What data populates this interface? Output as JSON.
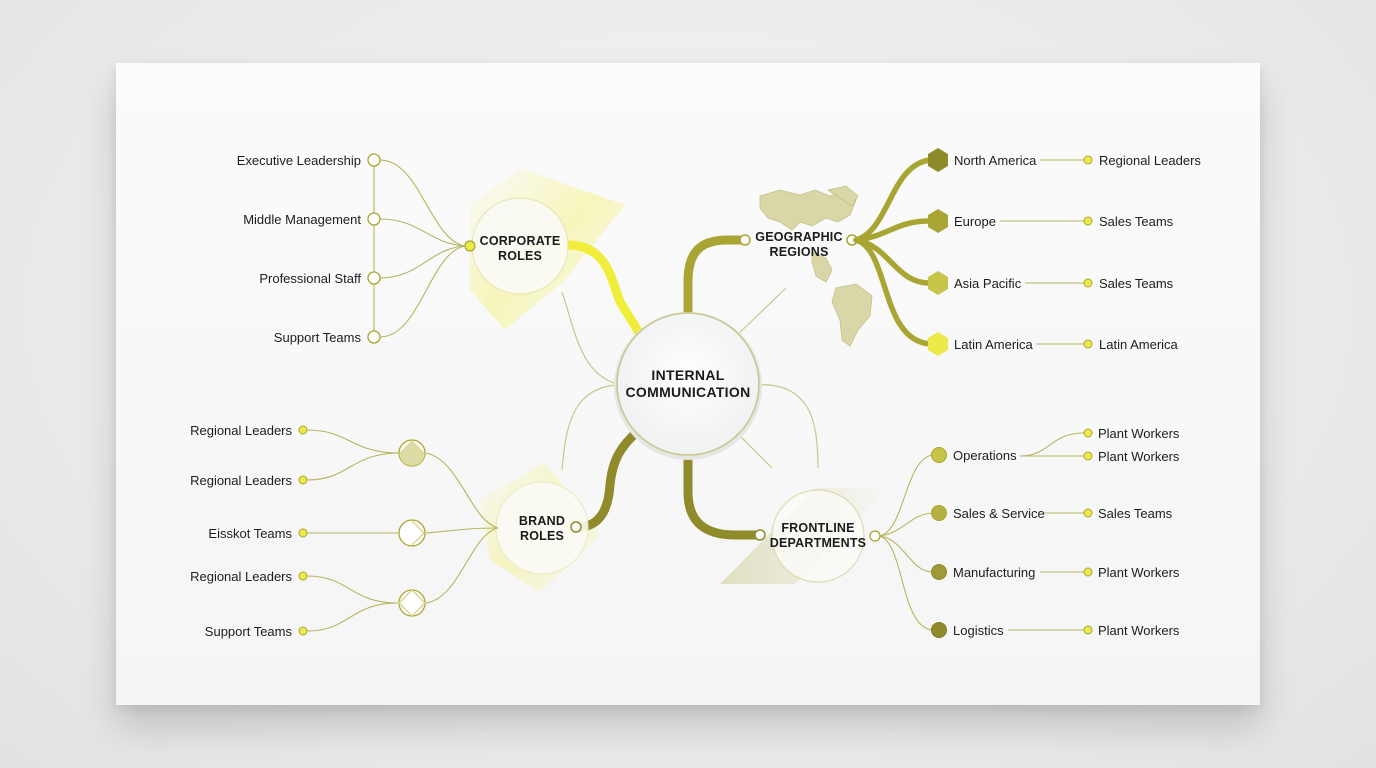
{
  "colors": {
    "olive": "#a9a532",
    "olive_dark": "#8f8b2a",
    "yellow_bright": "#f0ee3a",
    "yellow_node": "#ece94a",
    "thin_line": "#b7b560",
    "text": "#1d1d1d"
  },
  "center": {
    "line1": "INTERNAL",
    "line2": "COMMUNICATION"
  },
  "corporate": {
    "title1": "CORPORATE",
    "title2": "ROLES",
    "items": [
      "Executive Leadership",
      "Middle Management",
      "Professional Staff",
      "Support Teams"
    ]
  },
  "brand": {
    "title1": "BRAND",
    "title2": "ROLES",
    "items": [
      "Regional Leaders",
      "Regional Leaders",
      "Eisskot Teams",
      "Regional Leaders",
      "Support Teams"
    ]
  },
  "geographic": {
    "title1": "GEOGRAPHIC",
    "title2": "REGIONS",
    "items": [
      {
        "label": "North America",
        "child": "Regional Leaders"
      },
      {
        "label": "Europe",
        "child": "Sales Teams"
      },
      {
        "label": "Asia Pacific",
        "child": "Sales Teams"
      },
      {
        "label": "Latin America",
        "child": "Latin America"
      }
    ]
  },
  "frontline": {
    "title1": "FRONTLINE",
    "title2": "DEPARTMENTS",
    "items": [
      {
        "label": "Operations",
        "children": [
          "Plant Workers",
          "Plant Workers"
        ]
      },
      {
        "label": "Sales & Service",
        "children": [
          "Sales Teams"
        ]
      },
      {
        "label": "Manufacturing",
        "children": [
          "Plant Workers"
        ]
      },
      {
        "label": "Logistics",
        "children": [
          "Plant Workers"
        ]
      }
    ]
  }
}
